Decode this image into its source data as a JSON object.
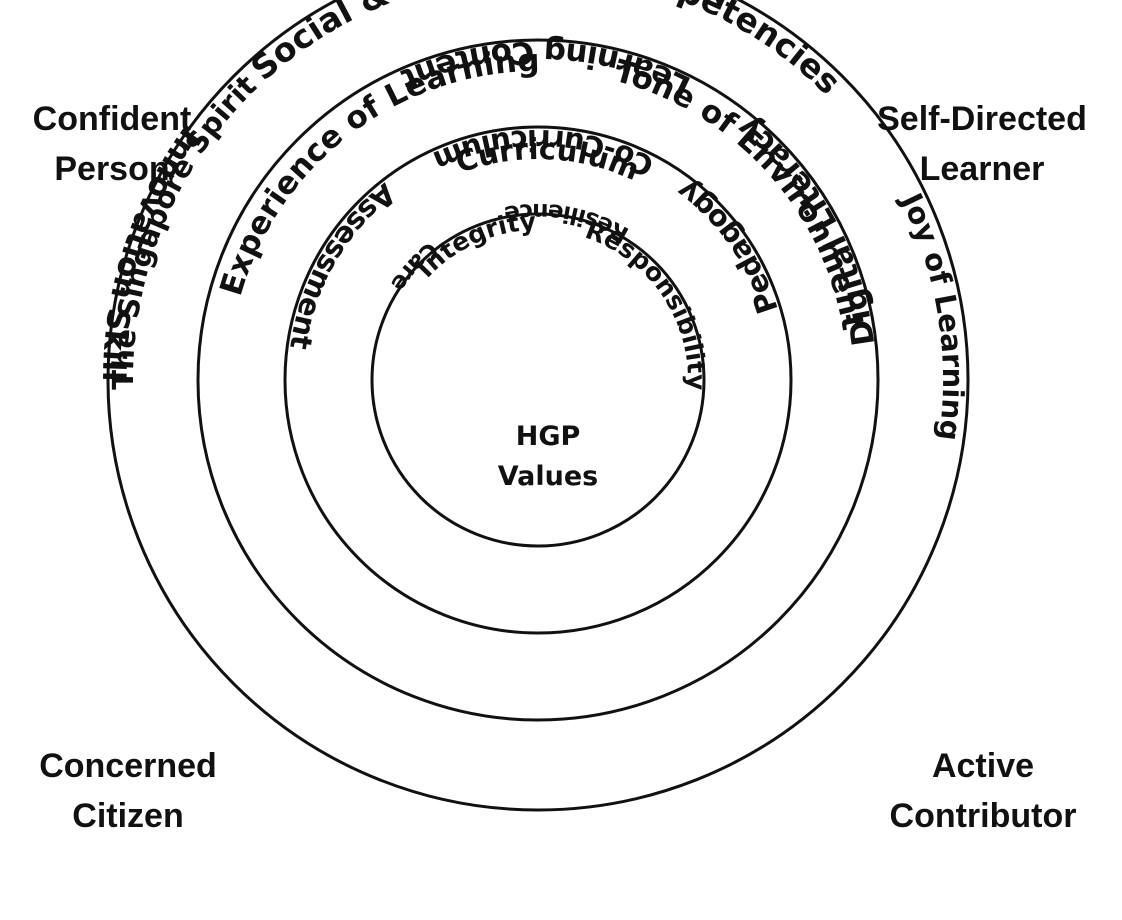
{
  "center": {
    "line1": "HGP",
    "line2": "Values"
  },
  "values_ring": [
    "Integrity",
    "Responsibility",
    "Care",
    "Resilience"
  ],
  "curriculum_ring": [
    "Curriculum",
    "Assessment",
    "Co-Curriculum",
    "Pedagogy"
  ],
  "environment_ring": [
    "Experience of Learning",
    "Tone of Environment",
    "Learning Content"
  ],
  "outer_ring": [
    "Social & Emotional Competencies",
    "Joy of Learning",
    "Innovation Skills",
    "Entrepreneurial Dare",
    "Digital Literacy",
    "Strengthen  The Singapore Spirit"
  ],
  "outcomes": {
    "confident_person": [
      "Confident",
      "Person"
    ],
    "self_directed_learner": [
      "Self-Directed",
      "Learner"
    ],
    "concerned_citizen": [
      "Concerned",
      "Citizen"
    ],
    "active_contributor": [
      "Active",
      "Contributor"
    ]
  },
  "colors": {
    "ink": "#111111",
    "background": "#ffffff"
  }
}
